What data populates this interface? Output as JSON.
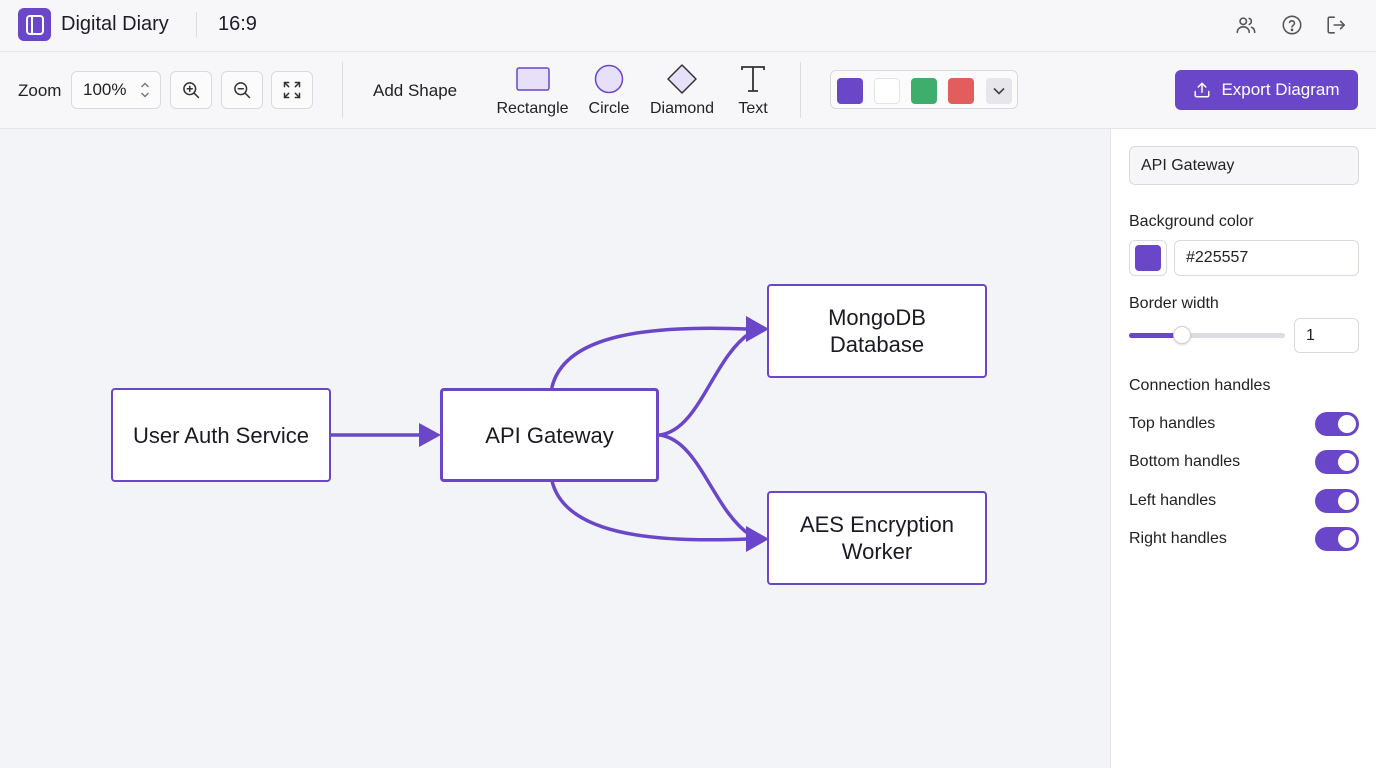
{
  "header": {
    "app_title": "Digital Diary",
    "aspect_ratio": "16:9",
    "icons": [
      "users-icon",
      "help-icon",
      "logout-icon"
    ]
  },
  "toolbar": {
    "zoom_label": "Zoom",
    "zoom_value": "100%",
    "add_shape_label": "Add Shape",
    "shapes": [
      {
        "label": "Rectangle",
        "icon": "rectangle-icon"
      },
      {
        "label": "Circle",
        "icon": "circle-icon"
      },
      {
        "label": "Diamond",
        "icon": "diamond-icon"
      },
      {
        "label": "Text",
        "icon": "text-icon"
      }
    ],
    "palette_colors": [
      "#6a46c9",
      "#ffffff",
      "#3fae6c",
      "#e35d5d"
    ],
    "export_label": "Export Diagram"
  },
  "diagram": {
    "nodes": [
      {
        "id": "auth",
        "label": "User Auth Service"
      },
      {
        "id": "gateway",
        "label": "API Gateway"
      },
      {
        "id": "mongo",
        "label": "MongoDB Database"
      },
      {
        "id": "aes",
        "label": "AES Encryption Worker"
      }
    ],
    "edges": [
      {
        "from": "auth",
        "to": "gateway"
      },
      {
        "from": "gateway",
        "to": "mongo"
      },
      {
        "from": "gateway",
        "to": "mongo"
      },
      {
        "from": "gateway",
        "to": "aes"
      },
      {
        "from": "gateway",
        "to": "aes"
      }
    ],
    "accent_color": "#6a46c9"
  },
  "properties": {
    "name_value": "API Gateway",
    "bg_color_label": "Background color",
    "bg_color_value": "#225557",
    "bg_color_swatch": "#6a46c9",
    "border_width_label": "Border width",
    "border_width_value": "1",
    "border_width_slider_fraction": 0.34,
    "connection_handles_label": "Connection handles",
    "handles": [
      {
        "label": "Top handles",
        "enabled": true
      },
      {
        "label": "Bottom handles",
        "enabled": true
      },
      {
        "label": "Left handles",
        "enabled": true
      },
      {
        "label": "Right handles",
        "enabled": true
      }
    ]
  }
}
